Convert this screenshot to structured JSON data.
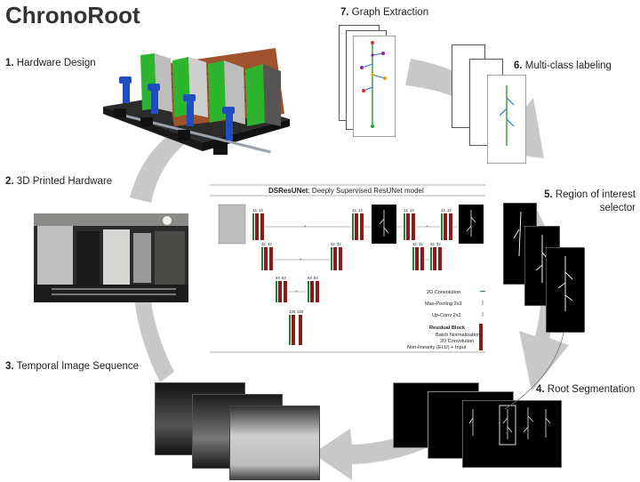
{
  "title": "ChronoRoot",
  "steps": [
    {
      "num": "1.",
      "label": "Hardware Design"
    },
    {
      "num": "2.",
      "label": "3D Printed Hardware"
    },
    {
      "num": "3.",
      "label": "Temporal Image Sequence"
    },
    {
      "num": "4.",
      "label": "Root Segmentation"
    },
    {
      "num": "5.",
      "label": "Region of interest",
      "label2": "selector"
    },
    {
      "num": "6.",
      "label": "Multi-class labeling"
    },
    {
      "num": "7.",
      "label": "Graph Extraction"
    }
  ],
  "unet": {
    "title_bold": "DSResUNet",
    "title_rest": ": Deeply Supervised ResUNet model",
    "legend": {
      "conv": "2D Convolution",
      "pool": "Max-Pooling 2x2",
      "upconv": "Up-Conv 2x2",
      "residual": "Residual Block",
      "residual_items": [
        "Batch Normalization",
        "2D Convolution",
        "Non-linearity (ELU) + Input"
      ]
    },
    "filters": [
      "14",
      "14",
      "32",
      "32",
      "64",
      "64",
      "128",
      "128"
    ],
    "plus": "+"
  },
  "colors": {
    "ring": "#c8c8c8",
    "residual": "#8b1a1a",
    "conv": "#2e7d32",
    "frame_green": "#2db52d",
    "wood": "#a0522d",
    "camera_blue": "#1f4fbf"
  }
}
